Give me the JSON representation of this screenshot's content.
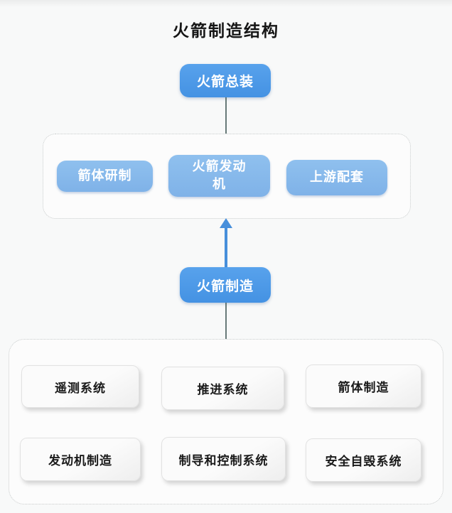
{
  "title": "火箭制造结构",
  "colors": {
    "primary_blue": "#4D9AE8",
    "light_blue": "#87BAEB",
    "gray_box": "#f3f3f3",
    "connector_dark": "#4e6462",
    "arrow_blue": "#478fdb",
    "group_border": "#c7cbcb"
  },
  "nodes": {
    "assembly": {
      "label": "火箭总装"
    },
    "manufacturing": {
      "label": "火箭制造"
    }
  },
  "mid_group": {
    "items": [
      {
        "label": "箭体研制"
      },
      {
        "label": "火箭发动机"
      },
      {
        "label": "上游配套"
      }
    ]
  },
  "bottom_group": {
    "items": [
      {
        "label": "遥测系统"
      },
      {
        "label": "推进系统"
      },
      {
        "label": "箭体制造"
      },
      {
        "label": "发动机制造"
      },
      {
        "label": "制导和控制系统"
      },
      {
        "label": "安全自毁系统"
      }
    ]
  }
}
